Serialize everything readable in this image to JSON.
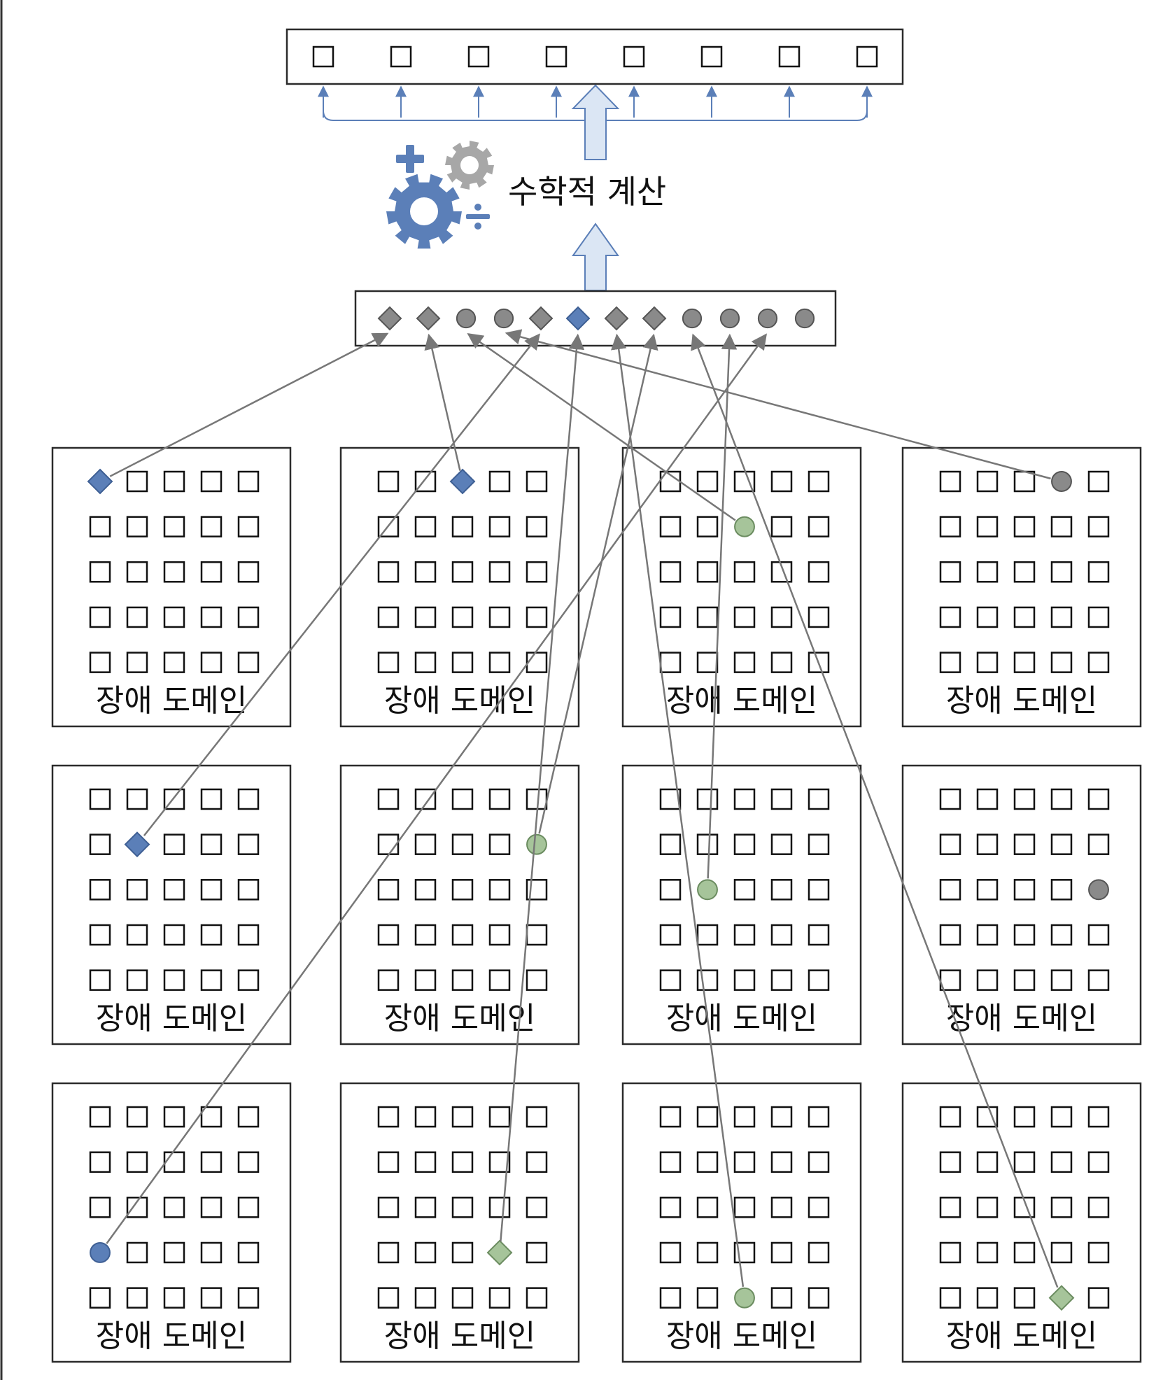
{
  "calc_label": "수학적 계산",
  "domain_label": "장애 도메인",
  "output_count": 8,
  "colors": {
    "stroke": "#2b2b2b",
    "arrow": "#777777",
    "blue_fill": "#5b7fb8",
    "blue_light": "#c9d8ee",
    "green_fill": "#a6c49a",
    "green_stroke": "#6b8c60",
    "gray_fill": "#8a8a8a",
    "gear_gray": "#a7a7a7"
  },
  "icons": [
    "plus-icon",
    "gear-icon",
    "small-gear-icon",
    "divide-icon"
  ],
  "feature_row": [
    {
      "shape": "diamond",
      "color": "gray"
    },
    {
      "shape": "diamond",
      "color": "gray"
    },
    {
      "shape": "circle",
      "color": "gray"
    },
    {
      "shape": "circle",
      "color": "gray"
    },
    {
      "shape": "diamond",
      "color": "gray"
    },
    {
      "shape": "diamond",
      "color": "blue"
    },
    {
      "shape": "diamond",
      "color": "gray"
    },
    {
      "shape": "diamond",
      "color": "gray"
    },
    {
      "shape": "circle",
      "color": "gray"
    },
    {
      "shape": "circle",
      "color": "gray"
    },
    {
      "shape": "circle",
      "color": "gray"
    },
    {
      "shape": "circle",
      "color": "gray"
    }
  ],
  "domains": [
    {
      "marker": {
        "row": 0,
        "col": 0,
        "shape": "diamond",
        "color": "blue"
      },
      "target": 0
    },
    {
      "marker": {
        "row": 0,
        "col": 2,
        "shape": "diamond",
        "color": "blue"
      },
      "target": 1
    },
    {
      "marker": {
        "row": 1,
        "col": 2,
        "shape": "circle",
        "color": "green"
      },
      "target": 2
    },
    {
      "marker": {
        "row": 0,
        "col": 3,
        "shape": "circle",
        "color": "gray"
      },
      "target": 3
    },
    {
      "marker": {
        "row": 1,
        "col": 1,
        "shape": "diamond",
        "color": "blue"
      },
      "target": 4
    },
    {
      "marker": {
        "row": 1,
        "col": 4,
        "shape": "circle",
        "color": "green"
      },
      "target": 7
    },
    {
      "marker": {
        "row": 2,
        "col": 1,
        "shape": "circle",
        "color": "green"
      },
      "target": 9
    },
    {
      "marker": {
        "row": 2,
        "col": 4,
        "shape": "circle",
        "color": "gray"
      },
      "target": null
    },
    {
      "marker": {
        "row": 3,
        "col": 0,
        "shape": "circle",
        "color": "blue"
      },
      "target": 10
    },
    {
      "marker": {
        "row": 3,
        "col": 3,
        "shape": "diamond",
        "color": "green"
      },
      "target": 5
    },
    {
      "marker": {
        "row": 4,
        "col": 2,
        "shape": "circle",
        "color": "green"
      },
      "target": 6
    },
    {
      "marker": {
        "row": 4,
        "col": 3,
        "shape": "diamond",
        "color": "green"
      },
      "target": 8
    }
  ]
}
